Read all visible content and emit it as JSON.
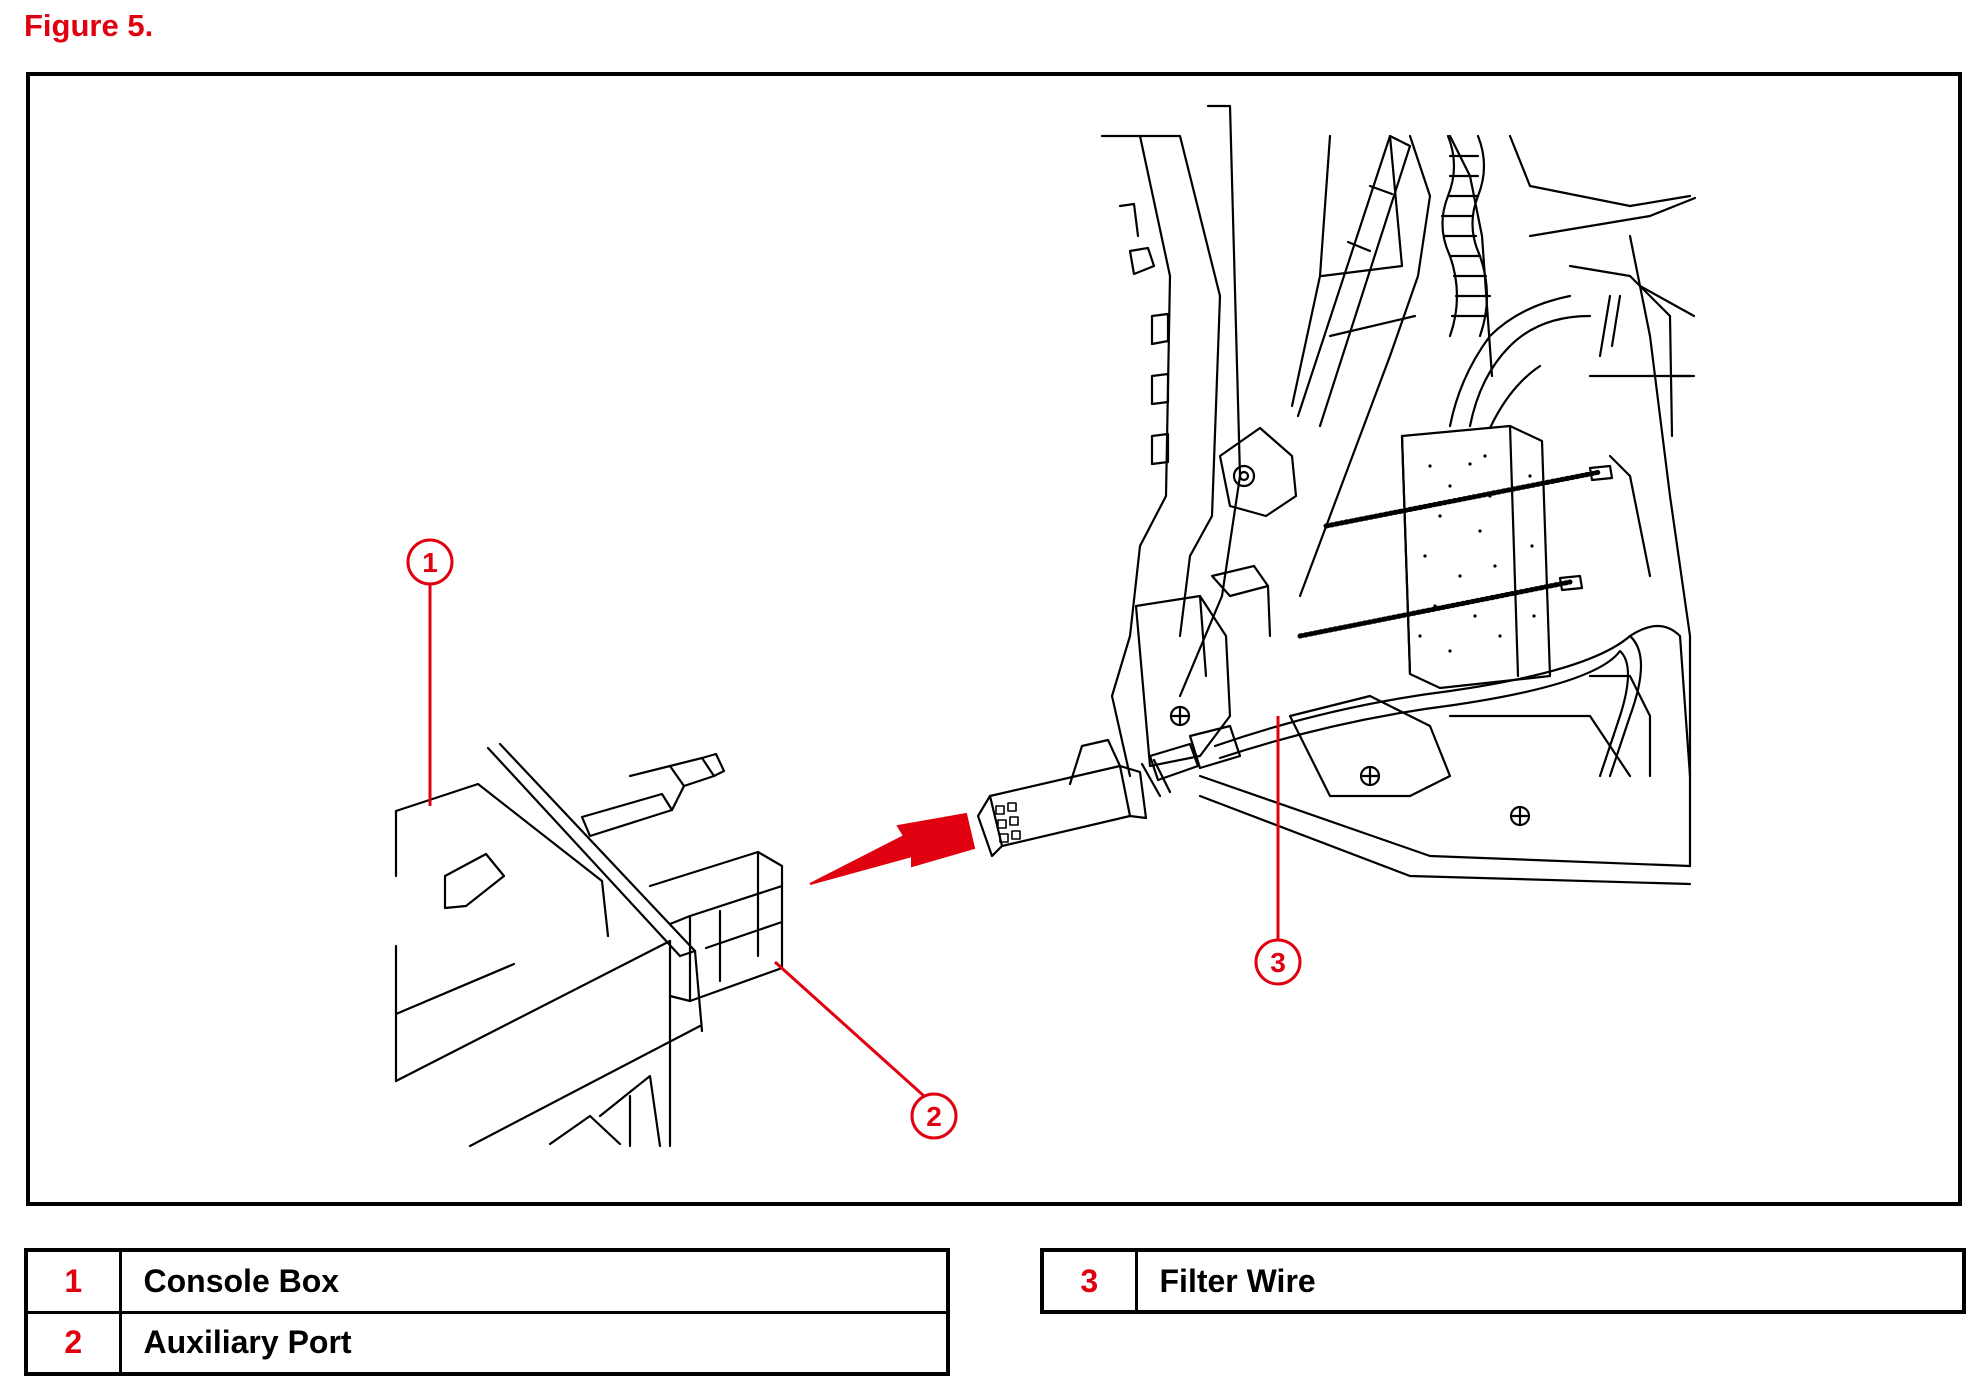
{
  "figure_title": "Figure 5.",
  "callouts": [
    {
      "number": "1",
      "target": "Console Box"
    },
    {
      "number": "2",
      "target": "Auxiliary Port"
    },
    {
      "number": "3",
      "target": "Filter Wire"
    }
  ],
  "legend_left": [
    {
      "number": "1",
      "label": "Console Box"
    },
    {
      "number": "2",
      "label": "Auxiliary Port"
    }
  ],
  "legend_right": [
    {
      "number": "3",
      "label": "Filter Wire"
    }
  ],
  "colors": {
    "callout": "#e0000f",
    "arrow": "#e0000f",
    "line_art": "#000000"
  }
}
